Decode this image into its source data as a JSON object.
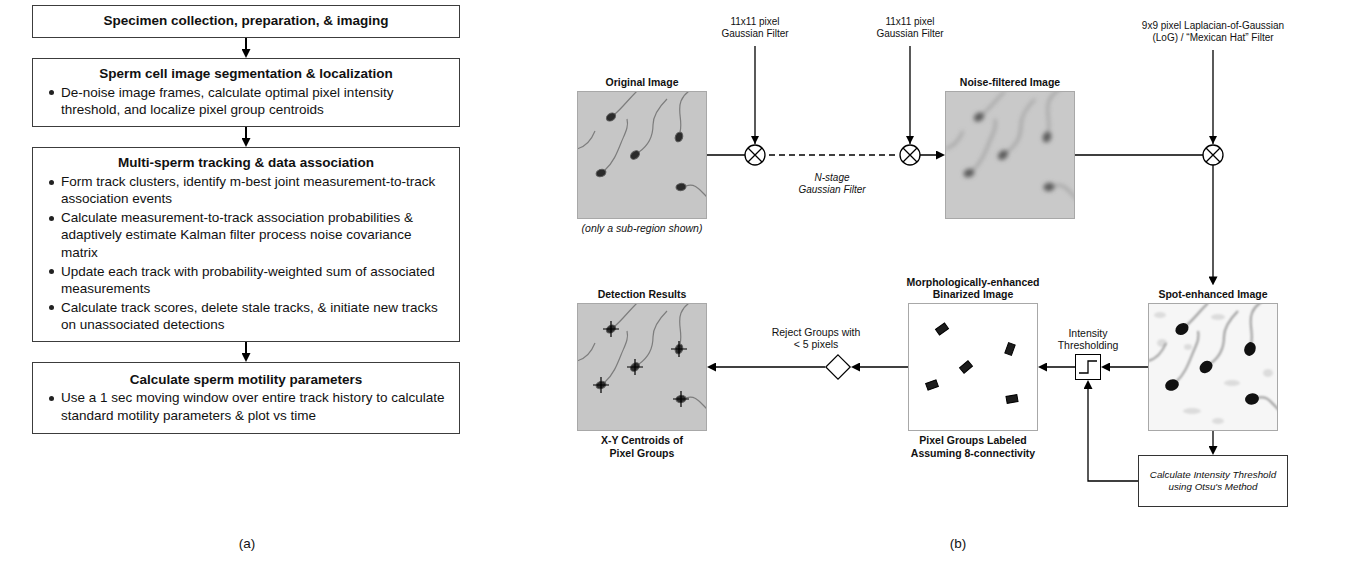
{
  "diagram": {
    "nodes": [
      {
        "text": [
          "Specimen collection, preparation, & imaging"
        ]
      },
      {
        "text": [
          "Sperm cell image segmentation & localization",
          "De-noise image frames, calculate optimal pixel intensity threshold, and localize pixel group centroids"
        ]
      },
      {
        "text": [
          "Multi-sperm tracking & data association",
          "Form track clusters, identify m-best joint measurement-to-track association events",
          "Calculate measurement-to-track association probabilities & adaptively estimate Kalman filter process noise covariance matrix",
          "Update each track with probability-weighted sum of associated measurements",
          "Calculate track scores, delete stale tracks, & initiate new tracks on unassociated detections"
        ]
      },
      {
        "text": [
          "Calculate sperm motility parameters",
          "Use a 1 sec moving window over entire track history to calculate standard motility parameters & plot vs time"
        ]
      },
      {
        "text": [
          "Original Image",
          "(only a sub-region shown)"
        ]
      },
      {
        "text": [
          "Noise-filtered Image"
        ]
      },
      {
        "text": [
          "Detection Results",
          "X-Y Centroids of Pixel Groups"
        ]
      },
      {
        "text": [
          "Reject Groups with < 5 pixels"
        ]
      },
      {
        "text": [
          "Morphologically-enhanced Binarized Image",
          "Pixel Groups Labeled Assuming 8-connectivity"
        ]
      },
      {
        "text": [
          "Intensity Thresholding"
        ]
      },
      {
        "text": [
          "Spot-enhanced Image"
        ]
      },
      {
        "text": [
          "Calculate Intensity Threshold using Otsu's Method"
        ]
      }
    ],
    "edges": [
      {
        "from": 0,
        "to": 1,
        "arrow": "to"
      },
      {
        "from": 1,
        "to": 2,
        "arrow": "to"
      },
      {
        "from": 2,
        "to": 3,
        "arrow": "to"
      },
      {
        "from": 4,
        "to": 5,
        "arrow": "to"
      },
      {
        "from": 5,
        "to": 10,
        "arrow": "to"
      },
      {
        "from": 10,
        "to": 9,
        "arrow": "to"
      },
      {
        "from": 10,
        "to": 11,
        "arrow": "to"
      },
      {
        "from": 11,
        "to": 9,
        "arrow": "to"
      },
      {
        "from": 9,
        "to": 8,
        "arrow": "to"
      },
      {
        "from": 8,
        "to": 7,
        "arrow": "to"
      },
      {
        "from": 7,
        "to": 6,
        "arrow": "to"
      }
    ],
    "labels": [
      "11x11 pixel Gaussian Filter",
      "11x11 pixel Gaussian Filter",
      "N-stage Gaussian Filter",
      "9x9 pixel Laplacian-of-Gaussian (LoG) / “Mexican Hat” Filter",
      "(a)",
      "(b)"
    ]
  }
}
